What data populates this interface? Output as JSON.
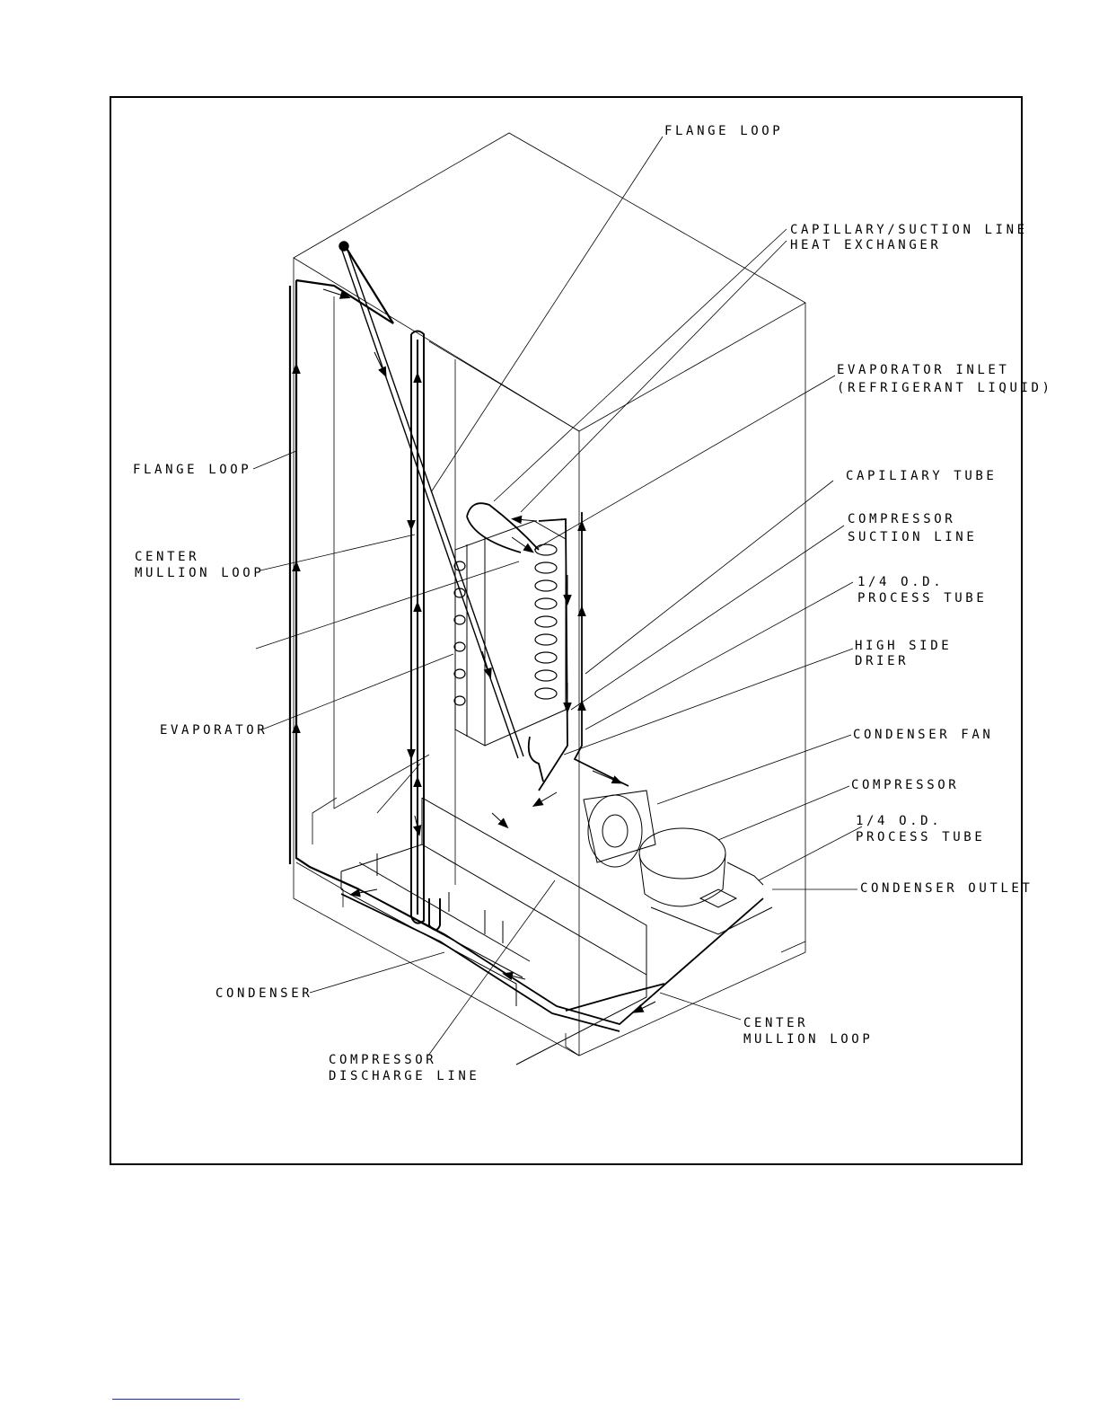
{
  "figure": {
    "labels": {
      "flange_loop_top": "FLANGE LOOP",
      "cap_suction_hx_1": "CAPILLARY/SUCTION LINE",
      "cap_suction_hx_2": "HEAT EXCHANGER",
      "evap_inlet_1": "EVAPORATOR INLET",
      "evap_inlet_2": "(REFRIGERANT LIQUID)",
      "capillary_tube": "CAPILIARY TUBE",
      "comp_suction_1": "COMPRESSOR",
      "comp_suction_2": "SUCTION LINE",
      "process_tube_upper_1": "1/4 O.D.",
      "process_tube_upper_2": "PROCESS TUBE",
      "high_side_drier_1": "HIGH SIDE",
      "high_side_drier_2": "DRIER",
      "condenser_fan": "CONDENSER FAN",
      "compressor": "COMPRESSOR",
      "process_tube_lower_1": "1/4 O.D.",
      "process_tube_lower_2": "PROCESS TUBE",
      "condenser_outlet": "CONDENSER OUTLET",
      "center_mullion_loop_lower_1": "CENTER",
      "center_mullion_loop_lower_2": "MULLION LOOP",
      "comp_discharge_1": "COMPRESSOR",
      "comp_discharge_2": "DISCHARGE LINE",
      "condenser": "CONDENSER",
      "evaporator": "EVAPORATOR",
      "center_mullion_loop_left_1": "CENTER",
      "center_mullion_loop_left_2": "MULLION LOOP",
      "flange_loop_left": "FLANGE LOOP"
    }
  }
}
